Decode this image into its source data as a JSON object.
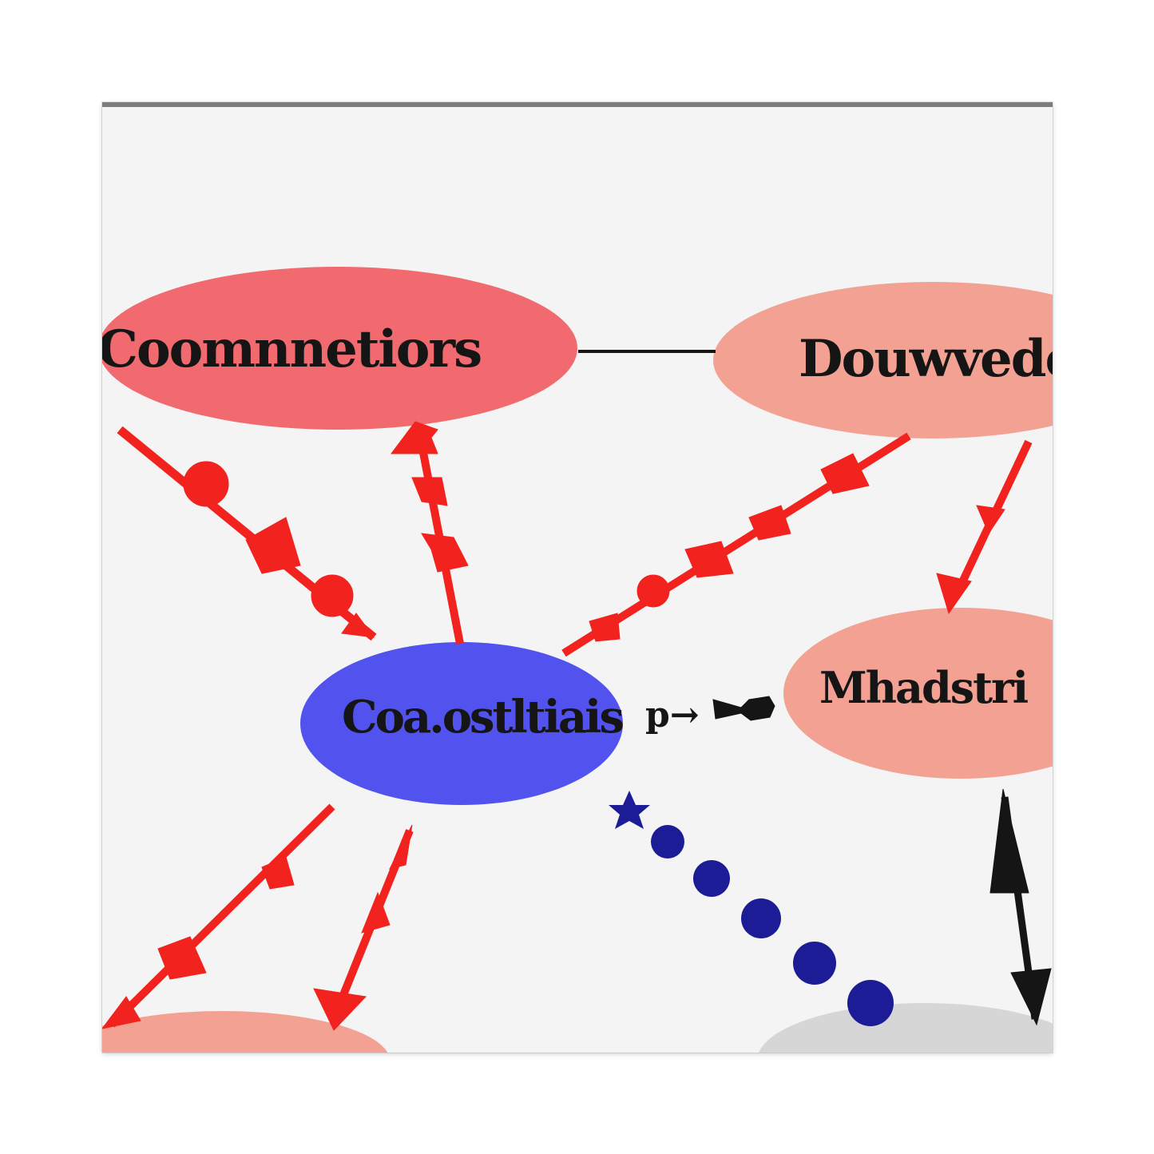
{
  "diagram": {
    "colors": {
      "background": "#f3f4f3",
      "node_red": "#f06a70",
      "node_salmon": "#f2a193",
      "node_blue": "#5252ee",
      "node_gray": "#d6d6d6",
      "arrow_red": "#f2221e",
      "dots_blue": "#1c1c96",
      "line_black": "#151515"
    },
    "nodes": [
      {
        "id": "commentions",
        "label": "Coomnnetiors",
        "color": "node_red"
      },
      {
        "id": "douwede",
        "label": "Douwvede",
        "color": "node_salmon"
      },
      {
        "id": "center",
        "label": "Coa.ostltiais",
        "color": "node_blue"
      },
      {
        "id": "mhadstri",
        "label": "Mhadstri",
        "color": "node_salmon"
      },
      {
        "id": "bottom-left",
        "label": "",
        "color": "node_salmon"
      },
      {
        "id": "bottom-right",
        "label": "",
        "color": "node_gray"
      }
    ],
    "connector_glyph": "p→",
    "edges": [
      {
        "from": "commentions",
        "to": "douwede",
        "style": "solid-line"
      },
      {
        "from": "commentions",
        "to": "center",
        "style": "red-arrow"
      },
      {
        "from": "center",
        "to": "commentions",
        "style": "red-arrow"
      },
      {
        "from": "center",
        "to": "douwede",
        "style": "red-arrow"
      },
      {
        "from": "douwede",
        "to": "mhadstri",
        "style": "red-arrow"
      },
      {
        "from": "center",
        "to": "mhadstri",
        "style": "black-connector"
      },
      {
        "from": "center",
        "to": "bottom-left",
        "style": "red-arrow"
      },
      {
        "from": "center",
        "to": "bottom-left",
        "style": "red-double-arrow"
      },
      {
        "from": "center",
        "to": "bottom-right",
        "style": "blue-dots"
      },
      {
        "from": "mhadstri",
        "to": "bottom-right",
        "style": "black-double-arrow"
      }
    ]
  }
}
